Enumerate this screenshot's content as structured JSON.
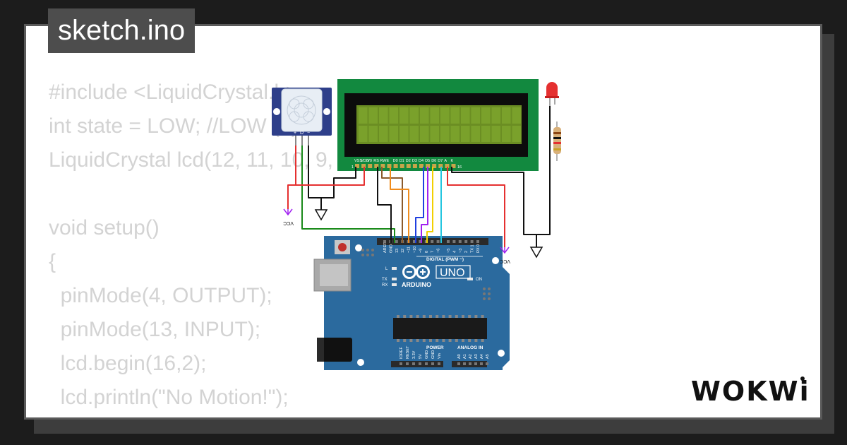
{
  "header": {
    "title": "sketch.ino"
  },
  "code": {
    "lines": [
      "#include <LiquidCrystal.h>",
      "int state = LOW; //LOW (0)",
      "LiquidCrystal lcd(12, 11, 10, 9, 8, 7, 6);",
      "",
      "void setup()",
      "{",
      "  pinMode(4, OUTPUT);",
      "  pinMode(13, INPUT);",
      "  lcd.begin(16,2);",
      "  lcd.println(\"No Motion!\");",
      "}"
    ]
  },
  "circuit": {
    "lcd": {
      "pin_labels": [
        "VSS",
        "VDD",
        "V0",
        "RS",
        "RW",
        "E",
        "D0",
        "D1",
        "D2",
        "D3",
        "D4",
        "D5",
        "D6",
        "D7",
        "A",
        "K"
      ],
      "first_pin": "1",
      "last_pin": "16",
      "screen_color": "#6b8e23",
      "board_color": "#12893f"
    },
    "pir": {
      "pins": [
        "+",
        "D",
        "−"
      ]
    },
    "arduino": {
      "brand": "ARDUINO",
      "model": "UNO",
      "digital_label": "DIGITAL (PWM ~)",
      "power_label": "POWER",
      "analog_label": "ANALOG IN",
      "on_label": "ON",
      "l_label": "L",
      "tx_label": "TX",
      "rx_label": "RX",
      "digital_pins": [
        "AREF",
        "GND",
        "13",
        "12",
        "~11",
        "~10",
        "~9",
        "8",
        "7",
        "~6",
        "~5",
        "4",
        "~3",
        "2",
        "TX 1",
        "RX 0"
      ],
      "power_pins": [
        "IOREF",
        "RESET",
        "3.3V",
        "5V",
        "GND",
        "GND",
        "Vin"
      ],
      "analog_pins": [
        "A0",
        "A1",
        "A2",
        "A3",
        "A4",
        "A5"
      ],
      "board_color": "#2b6a9e"
    },
    "vcc_label": "VCC",
    "led_color": "#e53030"
  },
  "logo": {
    "text": "WOKWi"
  },
  "colors": {
    "background": "#1c1c1c",
    "card": "#ffffff",
    "tab": "#4d4d4d",
    "code_text": "#d3d3d3",
    "wire_red": "#e53030",
    "wire_black": "#111111",
    "wire_green": "#1a8a1a",
    "wire_brown": "#8b5a2b",
    "wire_orange": "#f08c1c",
    "wire_blue": "#1f3fe0",
    "wire_purple": "#a020f0",
    "wire_yellow": "#f2d000",
    "wire_cyan": "#25c6e0",
    "wire_violet": "#b040d0"
  }
}
